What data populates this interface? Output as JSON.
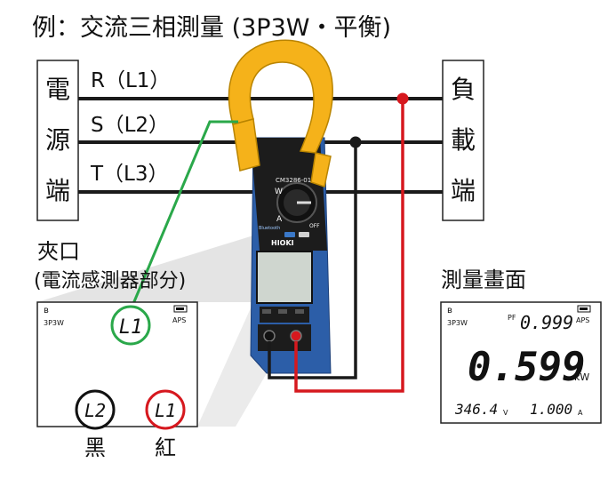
{
  "title": "例：交流三相測量 (3P3W・平衡)",
  "source_box": {
    "chars": [
      "電",
      "源",
      "端"
    ]
  },
  "load_box": {
    "chars": [
      "負",
      "載",
      "端"
    ]
  },
  "lines": [
    {
      "label": "R（L1）"
    },
    {
      "label": "S（L2）"
    },
    {
      "label": "T（L3）"
    }
  ],
  "clamp_section": {
    "heading": "夾口",
    "subheading": "(電流感測器部分)",
    "screen": {
      "mode": "3P3W",
      "aps": "APS",
      "channel": "L1"
    },
    "probes": [
      {
        "label": "L2",
        "caption": "黑",
        "color": "#111111"
      },
      {
        "label": "L1",
        "caption": "紅",
        "color": "#d6181e"
      }
    ]
  },
  "measurement_section": {
    "heading": "測量畫面",
    "screen": {
      "mode": "3P3W",
      "aps": "APS",
      "pf_label": "PF",
      "pf_value": "0.999",
      "main_value": "0.599",
      "main_unit": "kW",
      "voltage": "346.4",
      "voltage_unit": "V",
      "current": "1.000",
      "current_unit": "A"
    }
  },
  "meter": {
    "model": "CM3286-01",
    "brand": "HIOKI",
    "off_label": "OFF",
    "bluetooth_label": "Bluetooth",
    "w_label": "W",
    "a_label": "A"
  },
  "colors": {
    "clamp": "#f5b21a",
    "meter_body": "#2c5ea8",
    "red": "#d6181e",
    "green": "#2aa84a",
    "line": "#1a1a1a"
  }
}
